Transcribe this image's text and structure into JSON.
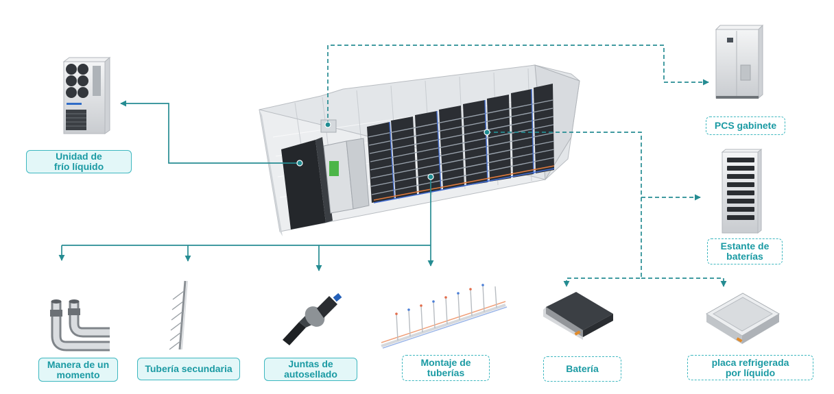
{
  "colors": {
    "accent": "#1a9aa3",
    "connector": "#258c92",
    "label_fill": "#e3f7f8",
    "label_border": "#3cb7bf"
  },
  "labels": {
    "unidad": "Unidad de\nfrío líquido",
    "pcs": "PCS gabinete",
    "estante": "Estante de\nbaterías",
    "manera": "Manera de un\nmomento",
    "tuberia": "Tubería secundaria",
    "juntas": "Juntas de\nautosellado",
    "montaje": "Montaje de\ntuberías",
    "bateria": "Batería",
    "placa": "placa refrigerada\npor líquido"
  }
}
